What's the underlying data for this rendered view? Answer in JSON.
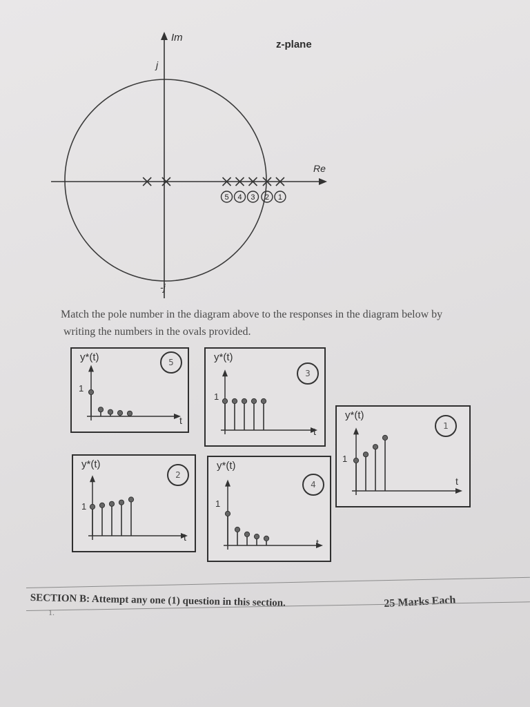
{
  "zplane": {
    "title": "z-plane",
    "im_label": "Im",
    "re_label": "Re",
    "j_label": "j",
    "neg_j_label": "-j",
    "poles": [
      {
        "number": "5",
        "re": 0.62
      },
      {
        "number": "4",
        "re": 0.75
      },
      {
        "number": "3",
        "re": 0.88
      },
      {
        "number": "2",
        "re": 1.02
      },
      {
        "number": "1",
        "re": 1.15
      }
    ],
    "left_poles_re": [
      -0.17,
      0.02
    ]
  },
  "instruction": {
    "line1": "Match the pole number in the diagram above to the responses in the diagram below by",
    "line2": "writing the numbers in the ovals provided."
  },
  "responses": [
    {
      "title": "y*(t)",
      "one_label": "1",
      "t_label": "t",
      "oval_answer": "5",
      "samples": [
        1.0,
        0.28,
        0.18,
        0.14,
        0.12
      ]
    },
    {
      "title": "y*(t)",
      "one_label": "1",
      "t_label": "t",
      "oval_answer": "3",
      "samples": [
        1.0,
        1.0,
        1.0,
        1.0,
        1.0
      ]
    },
    {
      "title": "y*(t)",
      "one_label": "1",
      "t_label": "t",
      "oval_answer": "1",
      "samples": [
        1.0,
        1.2,
        1.45,
        1.75
      ]
    },
    {
      "title": "y*(t)",
      "one_label": "1",
      "t_label": "t",
      "oval_answer": "2",
      "samples": [
        1.0,
        1.05,
        1.1,
        1.15,
        1.25
      ]
    },
    {
      "title": "y*(t)",
      "one_label": "1",
      "t_label": "t",
      "oval_answer": "4",
      "samples": [
        1.0,
        0.5,
        0.35,
        0.28,
        0.22
      ]
    }
  ],
  "section": {
    "title": "SECTION B: Attempt any one (1) question in this section.",
    "marks": "25 Marks Each",
    "question_number": "1."
  }
}
